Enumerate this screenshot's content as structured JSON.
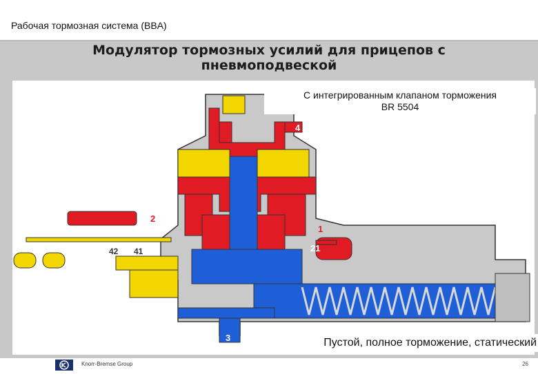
{
  "header": {
    "section_title": "Рабочая тормозная система (BBA)"
  },
  "slide": {
    "title_line1": "Модулятор тормозных усилий для прицепов с",
    "title_line2": "пневмоподвеской"
  },
  "diagram": {
    "caption_top_line1": "С интегрированным клапаном торможения",
    "caption_top_line2": "BR 5504",
    "caption_bottom": "Пустой, полное торможение, статический",
    "port_labels": {
      "p4": "4",
      "p2": "2",
      "p1": "1",
      "p21": "21",
      "p42": "42",
      "p41": "41",
      "p3": "3"
    },
    "colors": {
      "red": "#e01b24",
      "yellow": "#f2d600",
      "blue": "#1e5fd8",
      "gray": "#c8c8c8"
    }
  },
  "footer": {
    "logo_icon": "knorr-bremse-logo",
    "company": "Knorr-Bremse Group",
    "page_number": "26"
  }
}
